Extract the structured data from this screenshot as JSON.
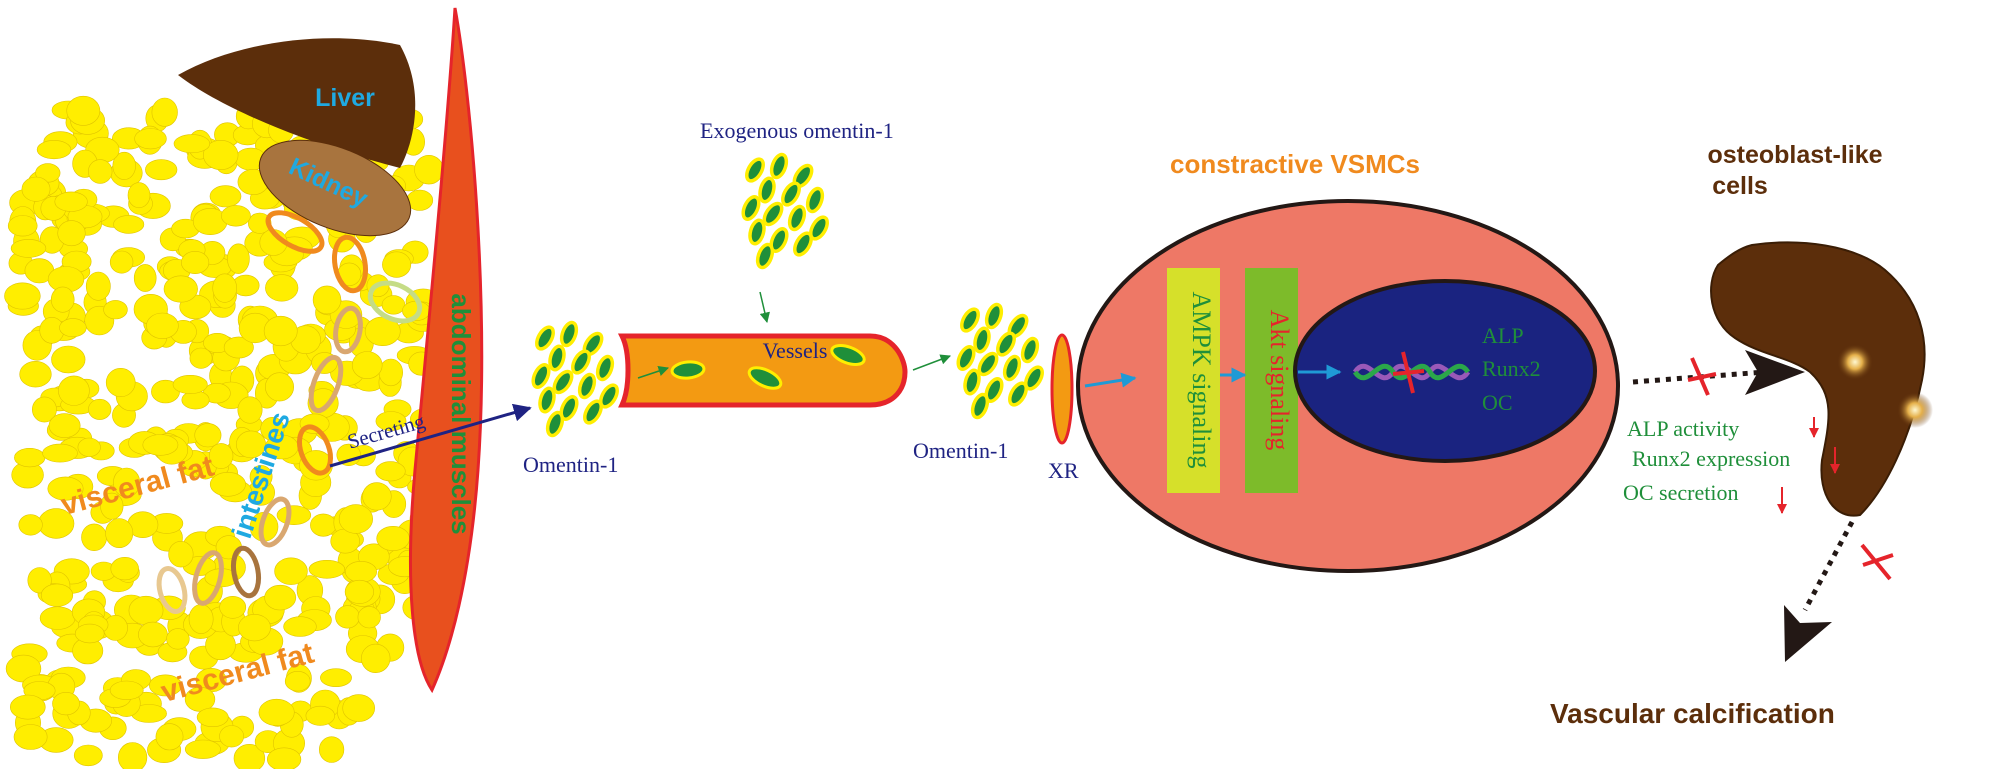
{
  "colors": {
    "fat": "#ffee00",
    "fat_outline": "#e0c400",
    "liver": "#5c2e0b",
    "kidney": "#a8743e",
    "muscle": "#e8501e",
    "muscle_outline": "#e5242b",
    "omentin_fill": "#1f8f3a",
    "omentin_ring": "#ffee00",
    "vessel": "#f39a12",
    "vessel_outline": "#e5242b",
    "cell": "#ee7866",
    "nucleus": "#1a2380",
    "ampk_box": "#d6e02a",
    "akt_box": "#7dbb2a",
    "blue_arrow": "#1f9ad6",
    "navy": "#1f2383",
    "green_text": "#1f8f3a",
    "red": "#e5242b",
    "orange_text": "#f08a1e",
    "cyan_text": "#1fa9e1",
    "brown_text": "#5c2e0b"
  },
  "labels": {
    "liver": "Liver",
    "kidney": "Kidney",
    "intestines": "intestines",
    "visceral_fat_1": "visceral fat",
    "visceral_fat_2": "visceral fat",
    "abdominal_muscles": "abdominal muscles",
    "secreting": "Secreting",
    "omentin_left": "Omentin-1",
    "exogenous": "Exogenous omentin-1",
    "vessels": "Vessels",
    "omentin_right": "Omentin-1",
    "xr": "XR",
    "contractive_title": "constractive VSMCs",
    "ampk": "AMPK signaling",
    "akt": "Akt signaling",
    "alp": "ALP",
    "runx2": "Runx2",
    "oc": "OC",
    "osteo_title_1": "osteoblast-like",
    "osteo_title_2": "cells",
    "alp_activity": "ALP activity",
    "runx2_expression": "Runx2 expression",
    "oc_secretion": "OC secretion",
    "vascular_calcification": "Vascular calcification"
  }
}
